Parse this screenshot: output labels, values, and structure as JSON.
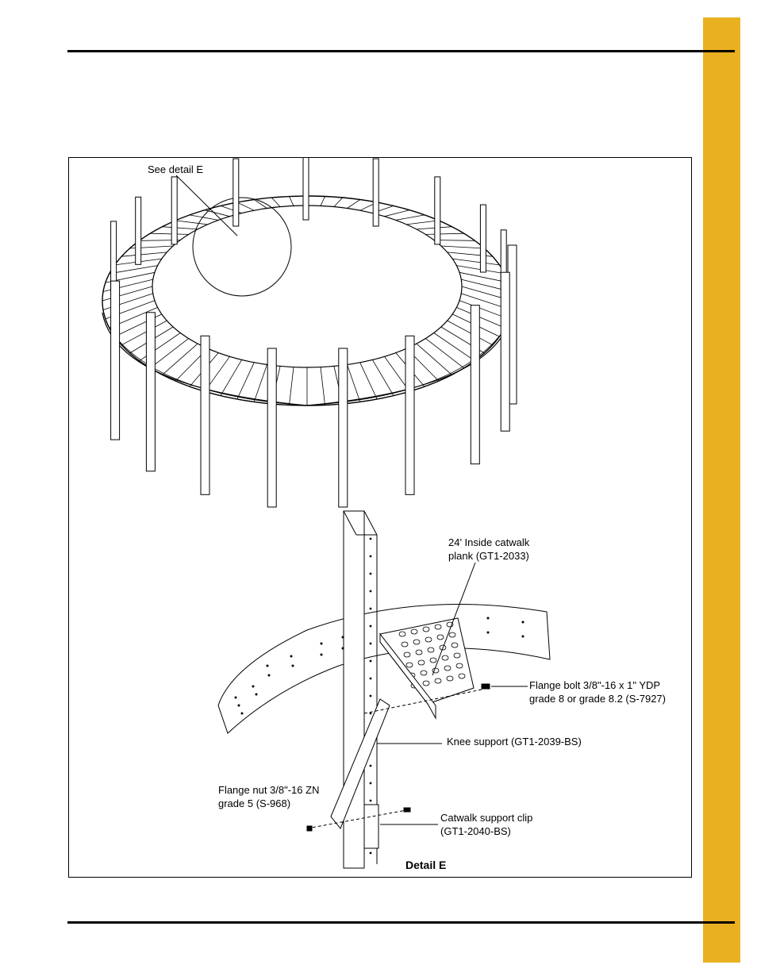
{
  "callouts": {
    "see_detail": "See detail E",
    "plank": "24' Inside catwalk\nplank (GT1-2033)",
    "flange_bolt": "Flange bolt 3/8\"-16 x 1\" YDP\ngrade 8 or grade 8.2 (S-7927)",
    "knee_support": "Knee support (GT1-2039-BS)",
    "flange_nut": "Flange nut 3/8\"-16 ZN\ngrade 5 (S-968)",
    "support_clip": "Catwalk support clip\n(GT1-2040-BS)"
  },
  "detail_title": "Detail E",
  "colors": {
    "side_tab": "#e9b021",
    "rule": "#000000"
  }
}
